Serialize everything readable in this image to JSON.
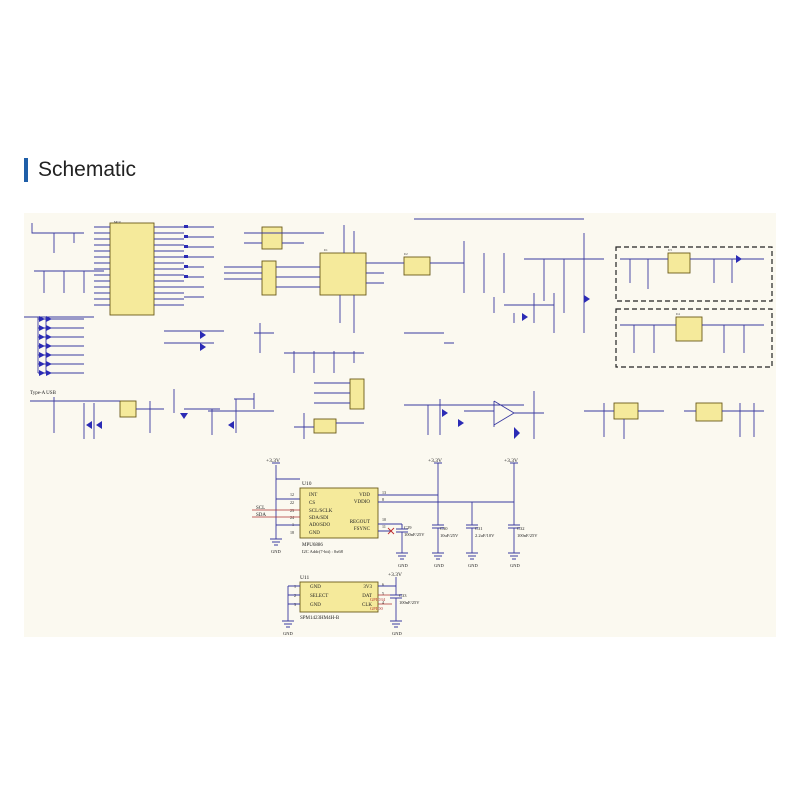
{
  "heading": {
    "title": "Schematic",
    "accent": "#1f5fa8"
  },
  "schematic": {
    "usb_label": "Type-A USB",
    "rails": {
      "v33_a": "+3.3V",
      "v33_b": "+3.3V",
      "v33_c": "+3.3V",
      "v33_d": "+3.3V"
    },
    "u10": {
      "ref": "U10",
      "part": "MPU6886",
      "addr_note": "I2C Addr(7-bit) : 0x68",
      "left_pins": [
        {
          "num": "12",
          "name": "INT"
        },
        {
          "num": "22",
          "name": "CS"
        },
        {
          "num": "23",
          "name": "SCL/SCLK"
        },
        {
          "num": "24",
          "name": "SDA/SDI"
        },
        {
          "num": "1",
          "name": "AD0/SDO"
        },
        {
          "num": "18",
          "name": "GND"
        }
      ],
      "right_pins": [
        {
          "num": "13",
          "name": "VDD"
        },
        {
          "num": "8",
          "name": "VDDIO"
        },
        {
          "num": "10",
          "name": "REGOUT"
        },
        {
          "num": "11",
          "name": "FSYNC"
        }
      ],
      "nets": {
        "scl": "SCL",
        "sda": "SDA"
      }
    },
    "caps": {
      "c29": {
        "ref": "C29",
        "val": "100nF/25V"
      },
      "c30": {
        "ref": "C30",
        "val": "10uF/25V"
      },
      "c31": {
        "ref": "C31",
        "val": "2.2uF/10V"
      },
      "c32": {
        "ref": "C32",
        "val": "100nF/25V"
      },
      "c33": {
        "ref": "C33",
        "val": "100nF/25V"
      }
    },
    "u11": {
      "ref": "U11",
      "part": "SPM1423HM4H-B",
      "left_pins": [
        {
          "num": "1",
          "name": "GND"
        },
        {
          "num": "2",
          "name": "SELECT"
        },
        {
          "num": "3",
          "name": "GND"
        }
      ],
      "right_pins": [
        {
          "num": "6",
          "name": "3V3"
        },
        {
          "num": "5",
          "name": "DAT"
        },
        {
          "num": "4",
          "name": "CLK"
        }
      ],
      "nets": {
        "dat": "GPIO34",
        "clk": "GPIO0"
      }
    },
    "gnd_label": "GND"
  }
}
